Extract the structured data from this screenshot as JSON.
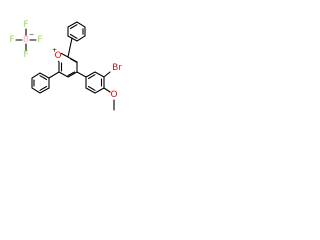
{
  "structure": {
    "anion": {
      "boron": "B",
      "fluorine": "F",
      "charge": "−"
    },
    "cation": {
      "ring_oxygen": "O",
      "charge": "+",
      "bromine": "Br",
      "methoxy_oxygen": "O"
    }
  },
  "colors": {
    "bond": "#000000",
    "oxygen": "#ff0000",
    "boron": "#ffb5b5",
    "fluorine": "#90e050",
    "bromine": "#a62929"
  }
}
